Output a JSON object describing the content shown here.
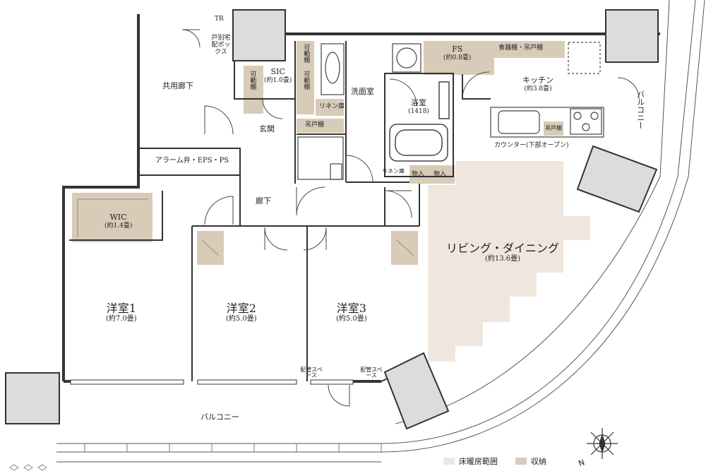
{
  "rooms": {
    "western1": {
      "name": "洋室1",
      "size": "(約7.0畳)"
    },
    "western2": {
      "name": "洋室2",
      "size": "(約5.0畳)"
    },
    "western3": {
      "name": "洋室3",
      "size": "(約5.0畳)"
    },
    "living": {
      "name": "リビング・ダイニング",
      "size": "(約13.6畳)"
    },
    "kitchen": {
      "name": "キッチン",
      "size": "(約3.8畳)"
    },
    "bath": {
      "name": "浴室",
      "size": "(1418)"
    },
    "wic": {
      "name": "WIC",
      "size": "(約1.4畳)"
    },
    "sic": {
      "name": "SIC",
      "size": "(約1.0畳)"
    },
    "fs": {
      "name": "FS",
      "size": "(約0.8畳)"
    }
  },
  "labels": {
    "corridor_common": "共用廊下",
    "entrance": "玄関",
    "hallway": "廊下",
    "washroom": "洗面室",
    "alarm": "アラーム弁・EPS・PS",
    "tr": "TR",
    "delivery_box": "戸別宅配ボックス",
    "movable_shelf": "可動棚",
    "linen": "リネン庫",
    "hanging_shelf": "吊戸棚",
    "dish_shelf": "食器棚・吊戸棚",
    "counter": "カウンター(下部オープン)",
    "storage": "物入",
    "pipe_space": "配管スペース",
    "balcony_bottom": "バルコニー",
    "balcony_right": "バルコニー"
  },
  "legend": {
    "floor_heating": "床暖房範囲",
    "storage": "収納"
  },
  "colors": {
    "floor_heating": "#efe7de",
    "storage": "#d8cbb8",
    "wall": "#333333",
    "pillar": "#dcdcdc"
  },
  "compass": {
    "letter": "N"
  }
}
